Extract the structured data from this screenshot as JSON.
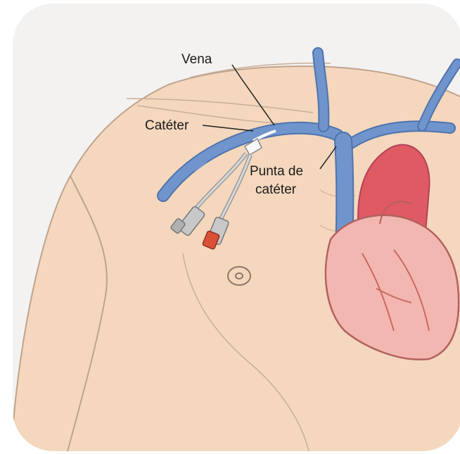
{
  "labels": {
    "vein": "Vena",
    "catheter": "Catéter",
    "tip_line1": "Punta de",
    "tip_line2": "catéter"
  },
  "colors": {
    "background": "#f4f2f1",
    "skin": "#f4d7bd",
    "skin_outline": "#bfa38c",
    "vein": "#6f95cc",
    "vein_dark": "#4f73ad",
    "heart": "#f3b7b2",
    "heart_outline": "#b3615f",
    "aorta": "#df5a63",
    "catheter_red": "#d94f38",
    "catheter_gray": "#b8b8b8",
    "leader_line": "#222222"
  },
  "icons": [
    "shoulder-illustration",
    "catheter-device",
    "heart-illustration",
    "nipple-mark"
  ]
}
